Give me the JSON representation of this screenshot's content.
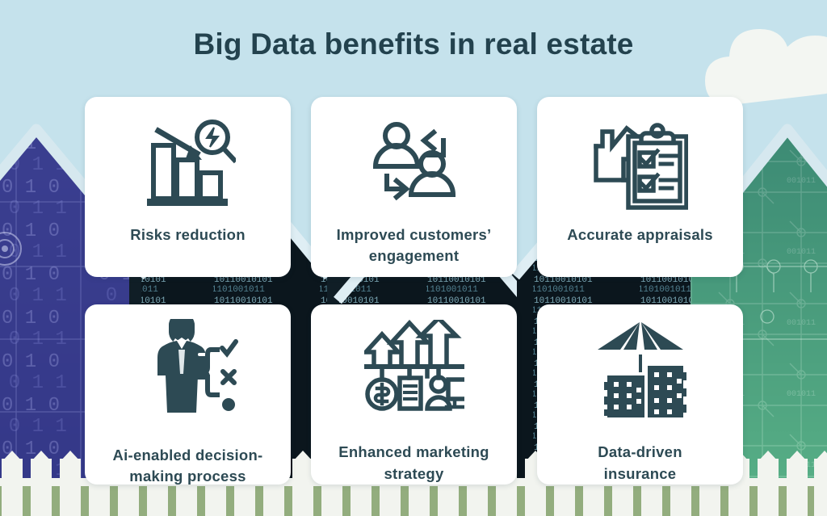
{
  "page": {
    "title": "Big Data benefits in real estate",
    "theme": {
      "sky": "#c5e2ec",
      "ink": "#2d4a54",
      "title_color": "#23424e",
      "card_bg": "#ffffff",
      "house_left": "#3b3e8f",
      "house_mid": "#0d1a22",
      "house_right": "#3f9a77",
      "roof_outline": "#d6e8ef",
      "grass": "#93ad7e",
      "fence": "#f2f4ef",
      "cloud": "#f6f7f2"
    }
  },
  "background": {
    "elements": [
      {
        "name": "cloud",
        "icon": "cloud-shape"
      },
      {
        "name": "house-left",
        "icon": "binary-house-blue"
      },
      {
        "name": "house-mid-left",
        "icon": "binary-house-dark"
      },
      {
        "name": "house-mid-right",
        "icon": "binary-house-dark"
      },
      {
        "name": "house-right",
        "icon": "circuit-house-green"
      },
      {
        "name": "picket-fence",
        "icon": "fence-shape"
      },
      {
        "name": "grass-strip",
        "icon": "grass-band"
      }
    ]
  },
  "cards": [
    {
      "id": "risks-reduction",
      "label": "Risks reduction",
      "icon": "declining-bar-chart-with-arrow-and-magnifier-icon"
    },
    {
      "id": "improved-customers-engagement",
      "label": "Improved customers’\nengagement",
      "icon": "two-people-exchange-arrows-icon"
    },
    {
      "id": "accurate-appraisals",
      "label": "Accurate appraisals",
      "icon": "house-with-clipboard-checklist-icon"
    },
    {
      "id": "ai-enabled-decision-making-process",
      "label": "Ai-enabled decision-\nmaking process",
      "icon": "businessman-with-decision-brace-icon"
    },
    {
      "id": "enhanced-marketing-strategy",
      "label": "Enhanced marketing\nstrategy",
      "icon": "rising-arrows-over-channel-icons-icon"
    },
    {
      "id": "data-driven-insurance",
      "label": "Data-driven\ninsurance",
      "icon": "umbrella-over-buildings-icon"
    }
  ]
}
